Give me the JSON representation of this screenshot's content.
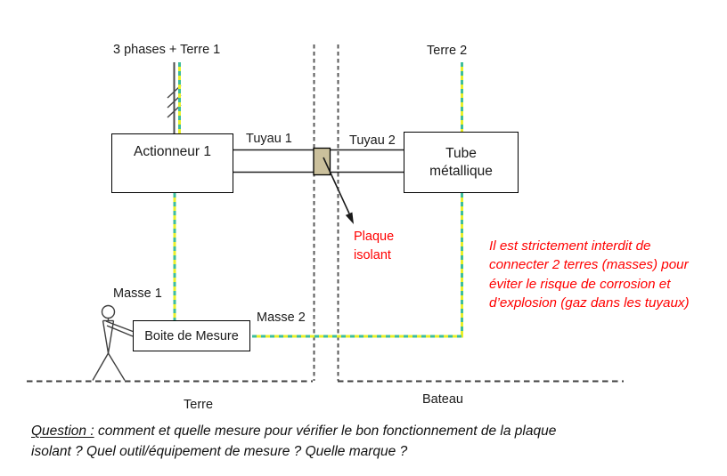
{
  "diagram": {
    "labels": {
      "phases": "3 phases + Terre 1",
      "terre2": "Terre 2",
      "tuyau1": "Tuyau 1",
      "tuyau2": "Tuyau 2",
      "masse1": "Masse 1",
      "masse2": "Masse 2",
      "terre": "Terre",
      "bateau": "Bateau"
    },
    "boxes": {
      "actionneur": "Actionneur 1",
      "tube": "Tube\nmétallique",
      "boite": "Boite de Mesure"
    },
    "plaque_label": "Plaque\nisolant",
    "warning": "Il est strictement interdit de\nconnecter 2 terres (masses) pour\néviter le risque de corrosion et\nd’explosion (gaz dans les tuyaux)",
    "question": {
      "prefix": "Question :",
      "body": " comment et quelle mesure pour vérifier le bon fonctionnement de la plaque\nisolant ? Quel outil/équipement de mesure ? Quelle marque ?"
    },
    "colors": {
      "warning_red": "#ff0000",
      "plaque_fill": "#cbc09c",
      "wire_yellow": "#e9ef2a",
      "wire_teal": "#3dbd9b",
      "dashed_gray": "#595959"
    }
  }
}
